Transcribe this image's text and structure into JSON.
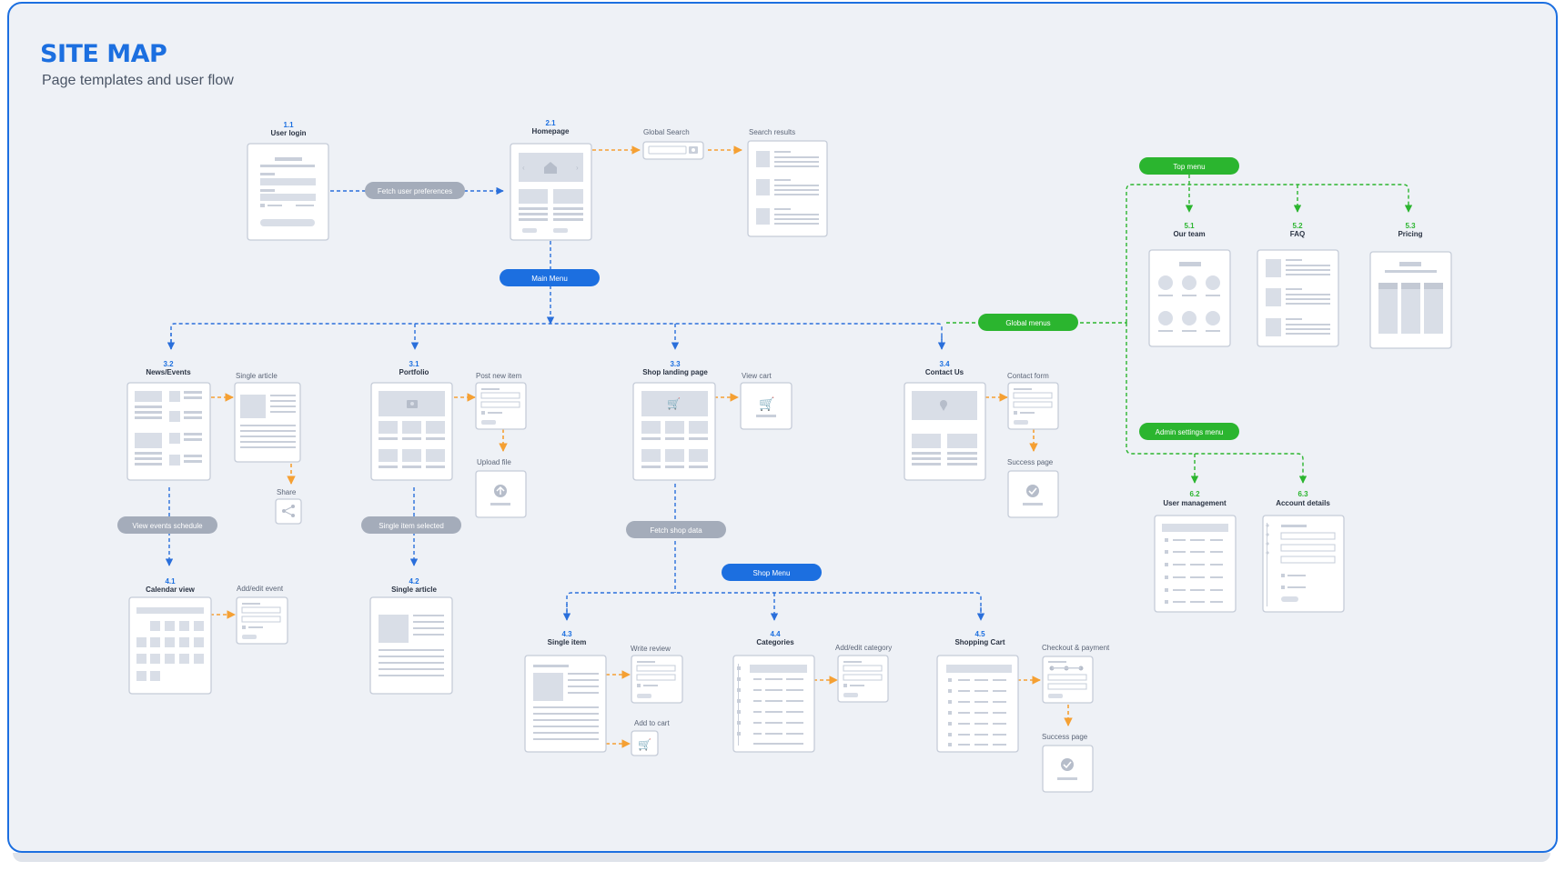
{
  "title": "SITE MAP",
  "subtitle": "Page templates and user flow",
  "pages": {
    "p11": {
      "id": "1.1",
      "name": "User login"
    },
    "p21": {
      "id": "2.1",
      "name": "Homepage"
    },
    "p32": {
      "id": "3.2",
      "name": "News/Events"
    },
    "p31": {
      "id": "3.1",
      "name": "Portfolio"
    },
    "p33": {
      "id": "3.3",
      "name": "Shop landing page"
    },
    "p34": {
      "id": "3.4",
      "name": "Contact Us"
    },
    "p41": {
      "id": "4.1",
      "name": "Calendar view"
    },
    "p42": {
      "id": "4.2",
      "name": "Single article"
    },
    "p43": {
      "id": "4.3",
      "name": "Single item"
    },
    "p44": {
      "id": "4.4",
      "name": "Categories"
    },
    "p45": {
      "id": "4.5",
      "name": "Shopping Cart"
    },
    "p51": {
      "id": "5.1",
      "name": "Our team"
    },
    "p52": {
      "id": "5.2",
      "name": "FAQ"
    },
    "p53": {
      "id": "5.3",
      "name": "Pricing"
    },
    "p62": {
      "id": "6.2",
      "name": "User management"
    },
    "p63": {
      "id": "6.3",
      "name": "Account details"
    }
  },
  "subpages": {
    "global_search": "Global Search",
    "search_results": "Search results",
    "single_article": "Single article",
    "share": "Share",
    "post_new_item": "Post new item",
    "upload_file": "Upload file",
    "view_cart": "View cart",
    "contact_form": "Contact form",
    "success_page_contact": "Success page",
    "add_edit_event": "Add/edit event",
    "write_review": "Write review",
    "add_to_cart": "Add to cart",
    "add_edit_category": "Add/edit category",
    "checkout_payment": "Checkout & payment",
    "success_page_cart": "Success page"
  },
  "pills": {
    "fetch_user_preferences": "Fetch user preferences",
    "main_menu": "Main Menu",
    "global_menus": "Global menus",
    "top_menu": "Top menu",
    "admin_settings_menu": "Admin settings menu",
    "view_events_schedule": "View events schedule",
    "single_item_selected": "Single item selected",
    "fetch_shop_data": "Fetch shop data",
    "shop_menu": "Shop Menu"
  },
  "colors": {
    "primary_blue": "#1c6fe0",
    "green": "#2bb52f",
    "orange": "#f5a033",
    "gray_pill": "#a4acba",
    "background": "#eef1f6"
  }
}
